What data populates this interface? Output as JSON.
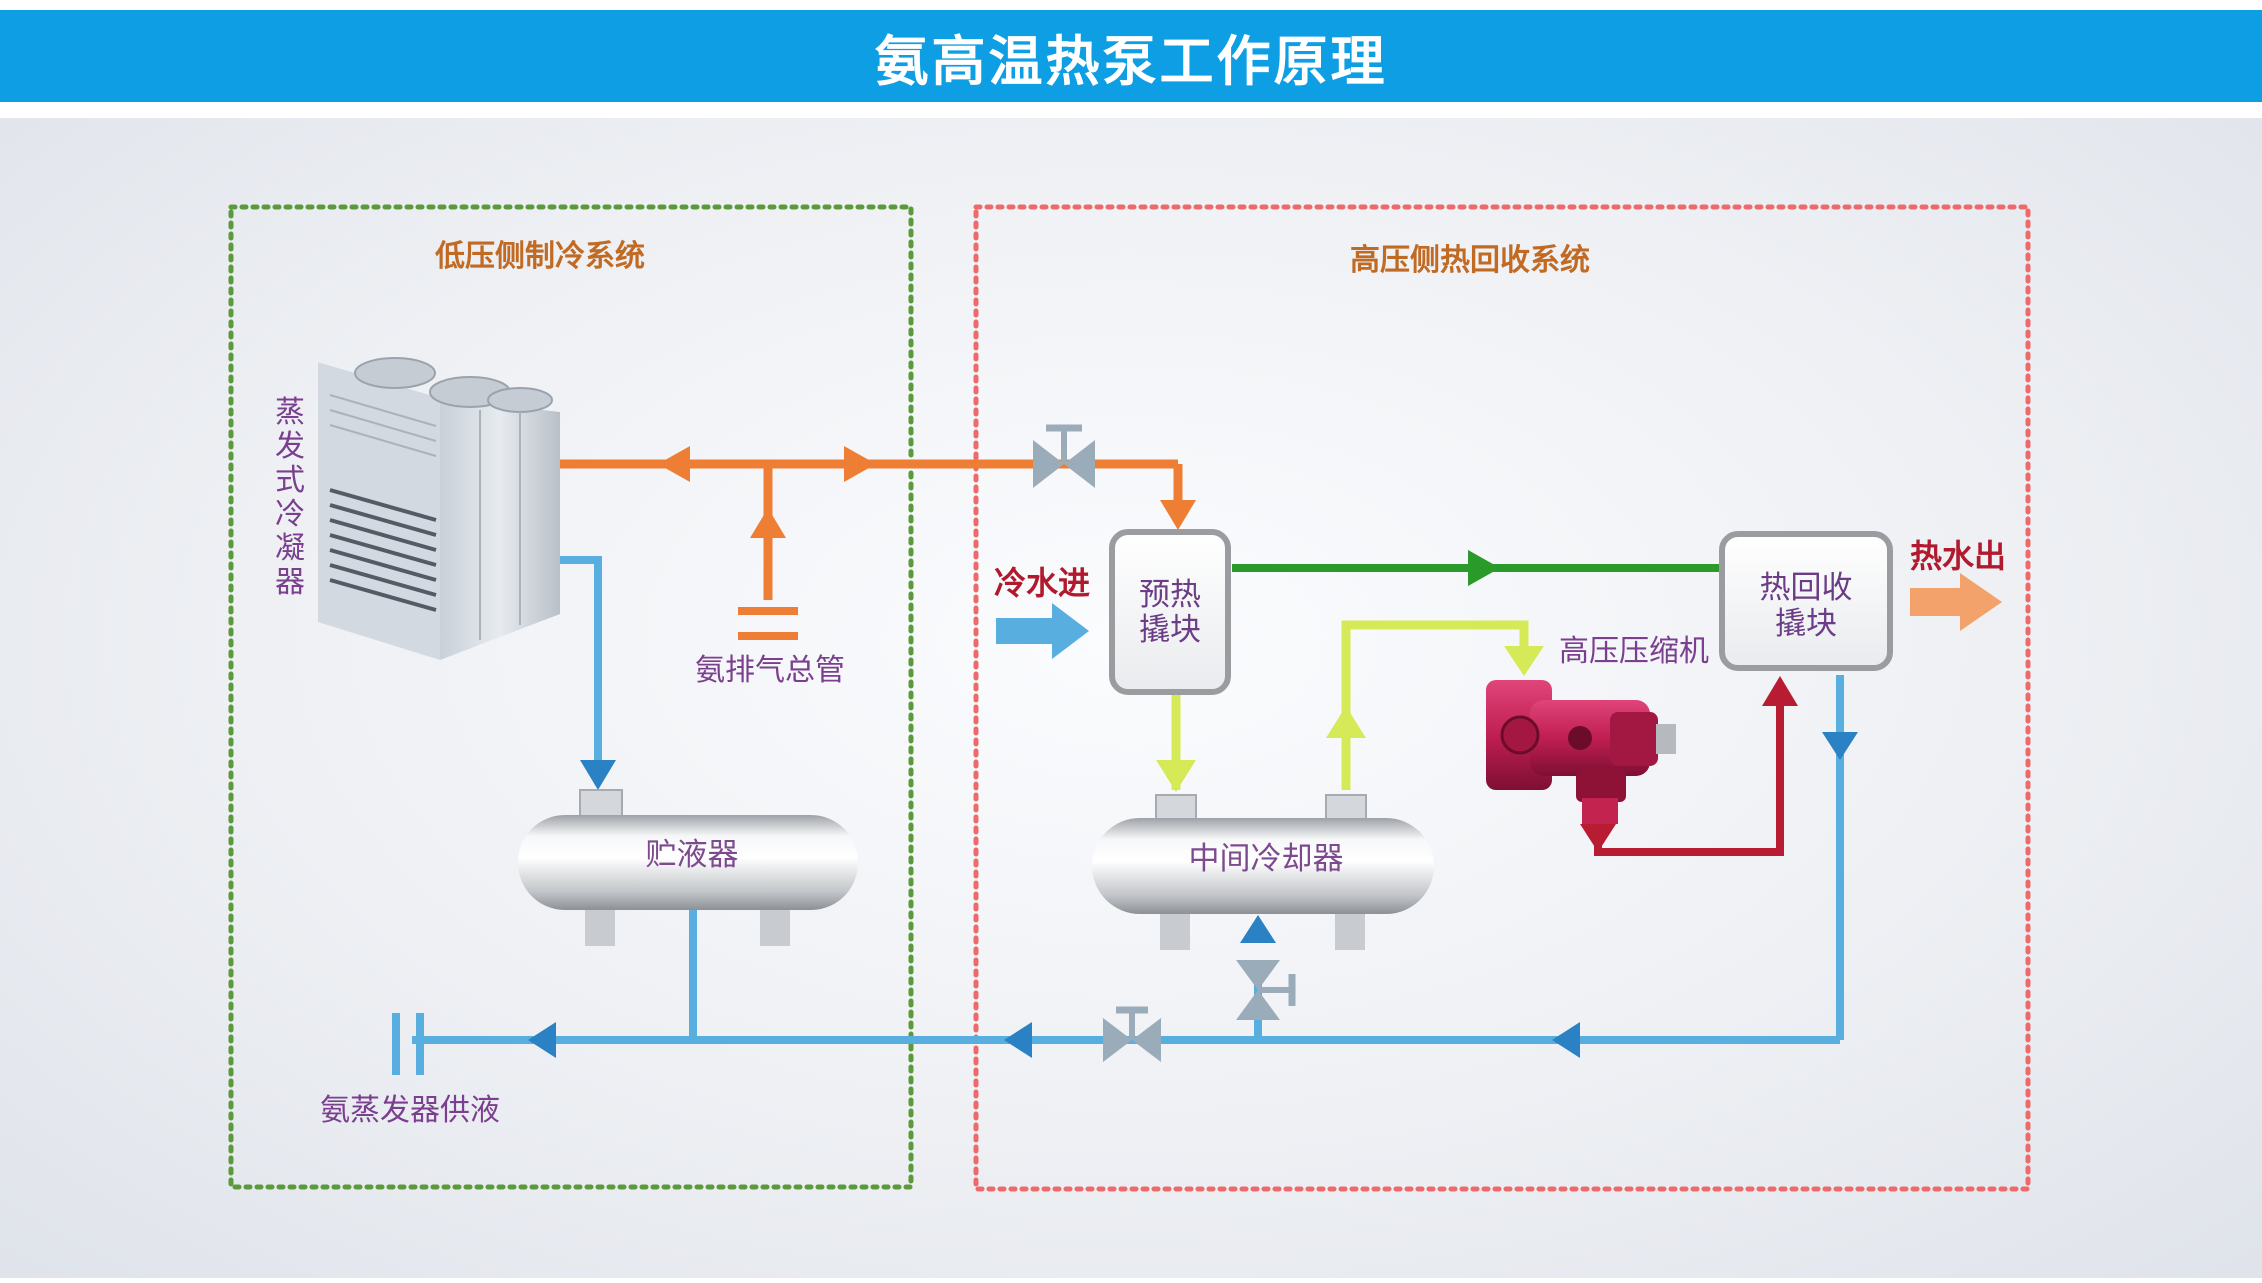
{
  "title": "氨高温热泵工作原理",
  "sections": {
    "low_pressure": "低压侧制冷系统",
    "high_pressure": "高压侧热回收系统"
  },
  "components": {
    "condenser": [
      "蒸",
      "发",
      "式",
      "冷",
      "凝",
      "器"
    ],
    "exhaust_header": "氨排气总管",
    "receiver": "贮液器",
    "evaporator_supply": "氨蒸发器供液",
    "preheat_block": [
      "预热",
      "撬块"
    ],
    "heat_recovery_block": [
      "热回收",
      "撬块"
    ],
    "intercooler": "中间冷却器",
    "hp_compressor": "高压压缩机"
  },
  "flows": {
    "cold_water_in": "冷水进",
    "hot_water_out": "热水出"
  },
  "colors": {
    "title_bar": "#0d9ee3",
    "orange_line": "#ef7e35",
    "blue_line": "#59aee0",
    "green_line": "#2a9a2a",
    "yellow_line": "#d6ea58",
    "red_line": "#b81c32",
    "low_side_border": "#5a9a3a",
    "high_side_border": "#ee6a6a"
  }
}
